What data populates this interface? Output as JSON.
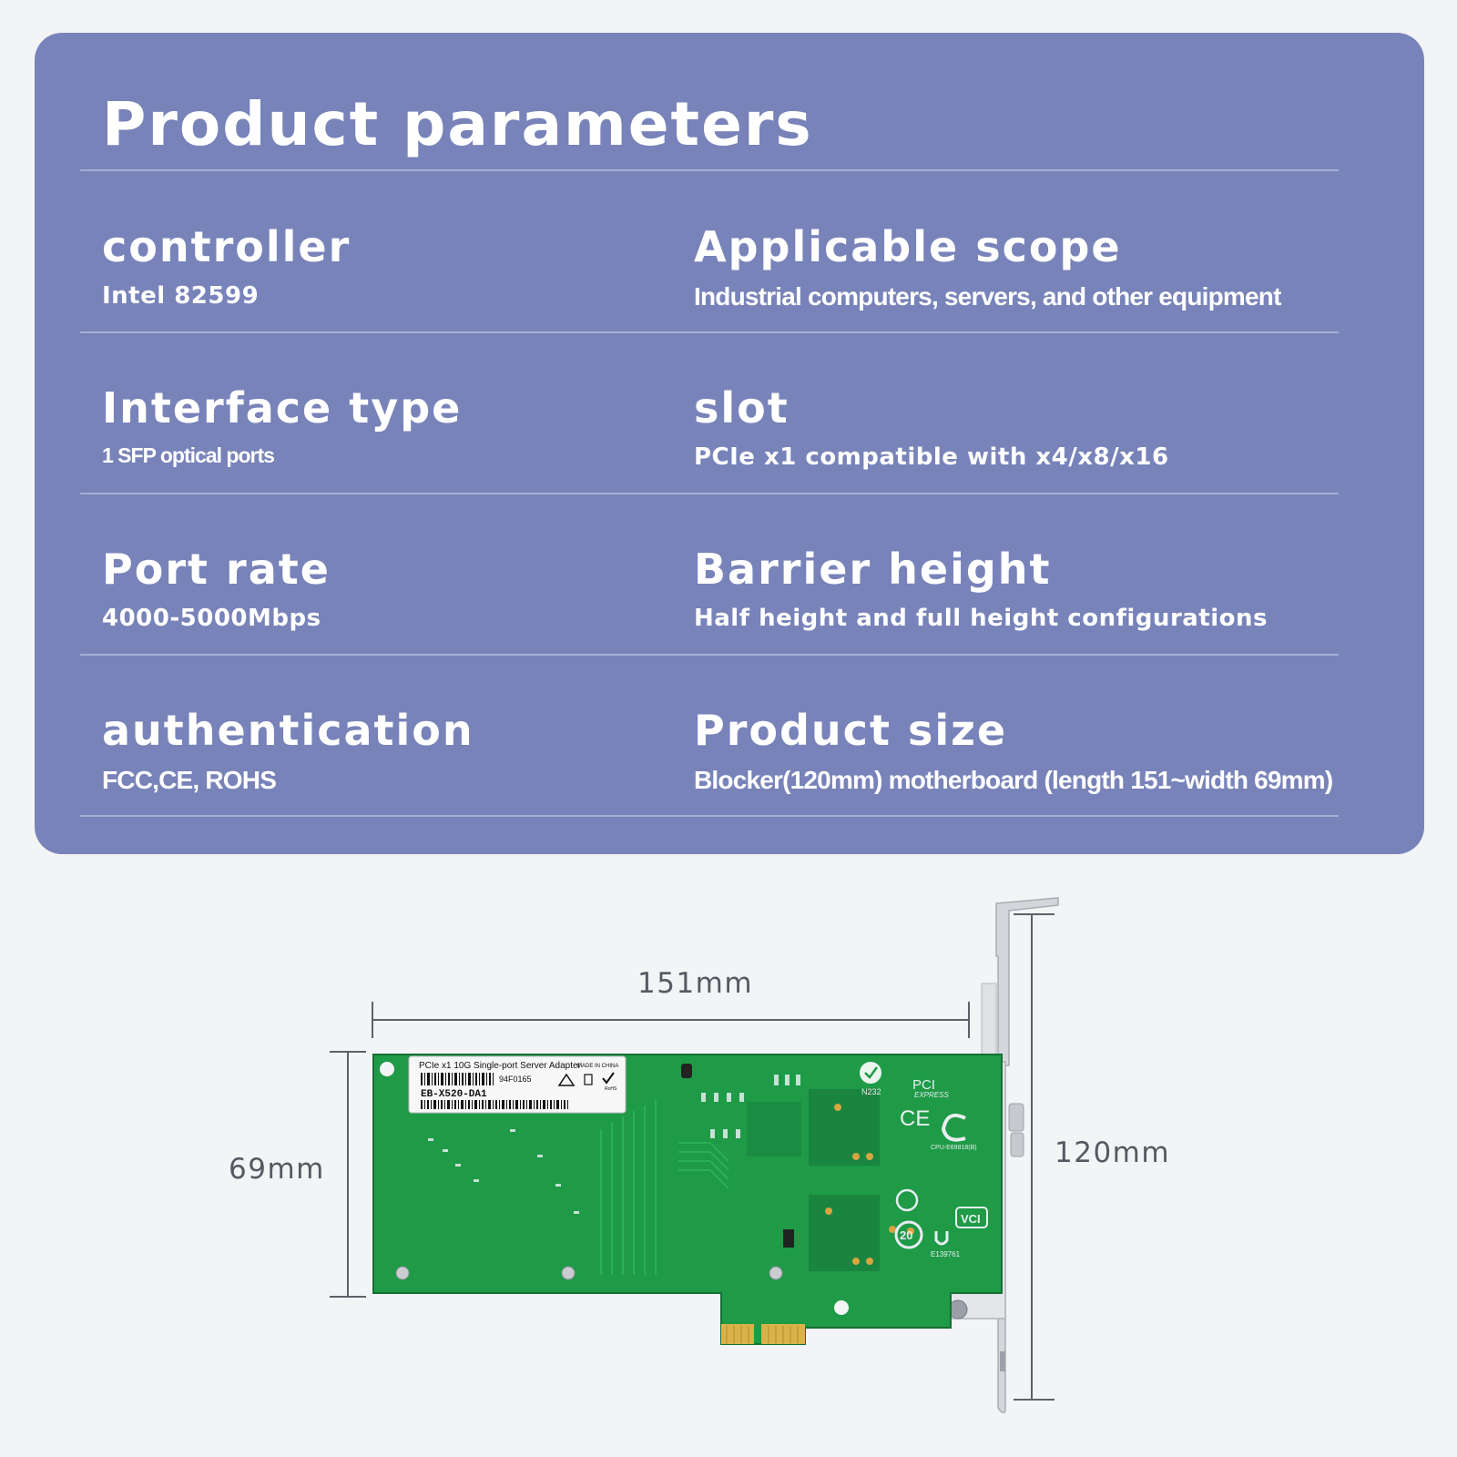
{
  "header": {
    "title": "Product parameters"
  },
  "params": [
    {
      "label": "controller",
      "value": "Intel 82599"
    },
    {
      "label": "Applicable scope",
      "value": "Industrial computers, servers, and other equipment"
    },
    {
      "label": "Interface type",
      "value": "1 SFP optical ports"
    },
    {
      "label": "slot",
      "value": "PCIe x1 compatible with x4/x8/x16"
    },
    {
      "label": "Port rate",
      "value": "4000-5000Mbps"
    },
    {
      "label": "Barrier height",
      "value": "Half height and full height configurations"
    },
    {
      "label": "authentication",
      "value": "FCC,CE, ROHS"
    },
    {
      "label": "Product size",
      "value": "Blocker(120mm) motherboard (length 151~width 69mm)"
    }
  ],
  "dimensions": {
    "length": "151mm",
    "width": "69mm",
    "height": "120mm"
  },
  "card": {
    "sticker_line1": "PCIe x1 10G Single-port Server Adapter",
    "sticker_origin": "MADE IN CHINA",
    "sticker_code": "94F0165",
    "sticker_model": "EB-X520-DA1",
    "sticker_rohs": "RoHS",
    "pci_logo": "PCI",
    "pci_logo_sub": "EXPRESS",
    "cert_ce": "CE",
    "cert_cpu": "CPU-E69818(B)",
    "cert_vci": "VCI",
    "cert_ul": "E139761",
    "cert_20": "20",
    "chip_label": "N232",
    "colors": {
      "pcb": "#1f9a47",
      "pcb_dark": "#16783a",
      "gold": "#d9b24a",
      "bracket": "#c9ccd1"
    }
  }
}
